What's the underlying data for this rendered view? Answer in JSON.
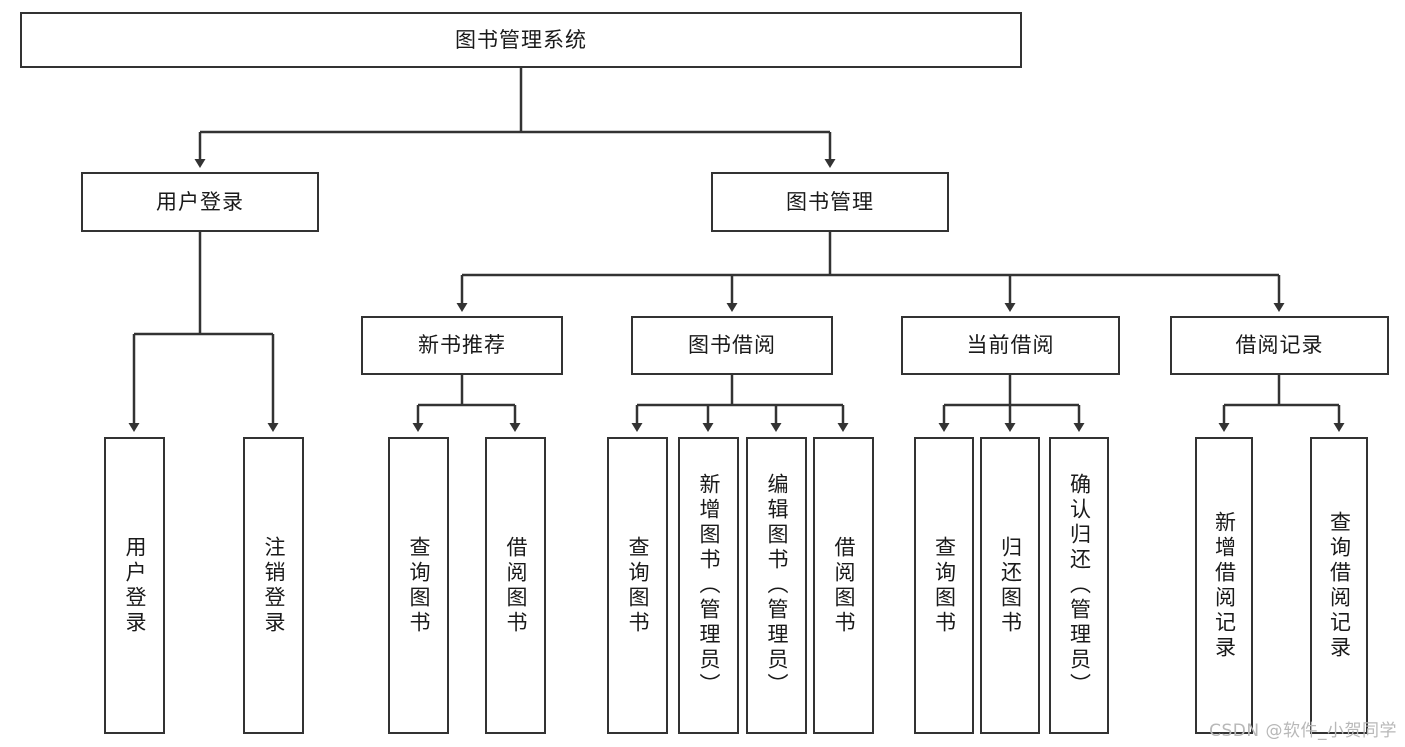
{
  "diagram": {
    "title": "图书管理系统",
    "type": "tree-hierarchy-diagram",
    "colors": {
      "border": "#333333",
      "background": "#ffffff",
      "text": "#1a1a1a",
      "watermark": "#b8b8b8"
    },
    "root": {
      "label": "图书管理系统"
    },
    "level1": [
      {
        "label": "用户登录"
      },
      {
        "label": "图书管理"
      }
    ],
    "level2": [
      {
        "label": "新书推荐"
      },
      {
        "label": "图书借阅"
      },
      {
        "label": "当前借阅"
      },
      {
        "label": "借阅记录"
      }
    ],
    "leaves": {
      "user_login": [
        {
          "label": "用户登录"
        },
        {
          "label": "注销登录"
        }
      ],
      "new_book_recommend": [
        {
          "label": "查询图书"
        },
        {
          "label": "借阅图书"
        }
      ],
      "book_borrow": [
        {
          "label": "查询图书"
        },
        {
          "label": "新增图书（管理员）"
        },
        {
          "label": "编辑图书（管理员）"
        },
        {
          "label": "借阅图书"
        }
      ],
      "current_borrow": [
        {
          "label": "查询图书"
        },
        {
          "label": "归还图书"
        },
        {
          "label": "确认归还（管理员）"
        }
      ],
      "borrow_records": [
        {
          "label": "新增借阅记录"
        },
        {
          "label": "查询借阅记录"
        }
      ]
    }
  },
  "watermark": {
    "text": "CSDN @软件_小贺同学"
  }
}
